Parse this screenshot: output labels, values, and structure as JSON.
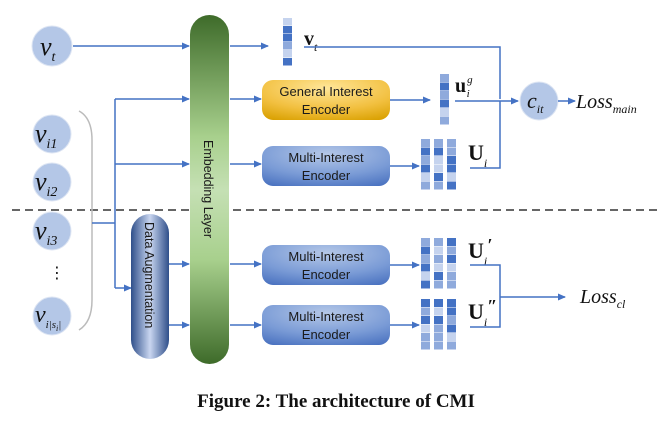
{
  "diagram": {
    "inputs": {
      "target_item": {
        "base": "v",
        "sub": "t"
      },
      "sequence_items": [
        {
          "base": "v",
          "sub": "i1"
        },
        {
          "base": "v",
          "sub": "i2"
        },
        {
          "base": "v",
          "sub": "i3"
        },
        {
          "base": "v",
          "sub": "i|s_i|"
        }
      ],
      "ellipsis": "⋮"
    },
    "layers": {
      "embedding": "Embedding Layer",
      "augmentation": "Data Augmentation"
    },
    "encoders": {
      "general": [
        "General Interest",
        "Encoder"
      ],
      "multi_main": [
        "Multi-Interest",
        "Encoder"
      ],
      "multi_aug1": [
        "Multi-Interest",
        "Encoder"
      ],
      "multi_aug2": [
        "Multi-Interest",
        "Encoder"
      ]
    },
    "vectors": {
      "target": {
        "base": "v",
        "sub": "t"
      },
      "general": {
        "base": "u",
        "sub": "i",
        "sup": "g"
      },
      "multi": {
        "base": "U",
        "sub": "i"
      },
      "aug1": {
        "base": "U",
        "sub": "i",
        "prime": "′"
      },
      "aug2": {
        "base": "U",
        "sub": "i",
        "prime": "″"
      }
    },
    "score": {
      "base": "c",
      "sub": "it"
    },
    "losses": {
      "main": {
        "base": "Loss",
        "sub": "main"
      },
      "cl": {
        "base": "Loss",
        "sub": "cl"
      }
    },
    "colors": {
      "arrow": "#4472c4",
      "node_fill": "#b4c7e7",
      "vector_dark": "#4472c4",
      "vector_mid": "#8faadc",
      "vector_light": "#c5d3ee",
      "embedding_dark": "#3e6b2a",
      "embedding_light": "#b8dca0",
      "general_encoder_dark": "#d9a000",
      "general_encoder_light": "#ffe699",
      "multi_encoder_dark": "#4a72c0",
      "multi_encoder_light": "#b4c7e7",
      "augmentation_dark": "#2f4f8a",
      "augmentation_light": "#c9d6f0"
    }
  },
  "caption": "Figure 2: The architecture of CMI"
}
